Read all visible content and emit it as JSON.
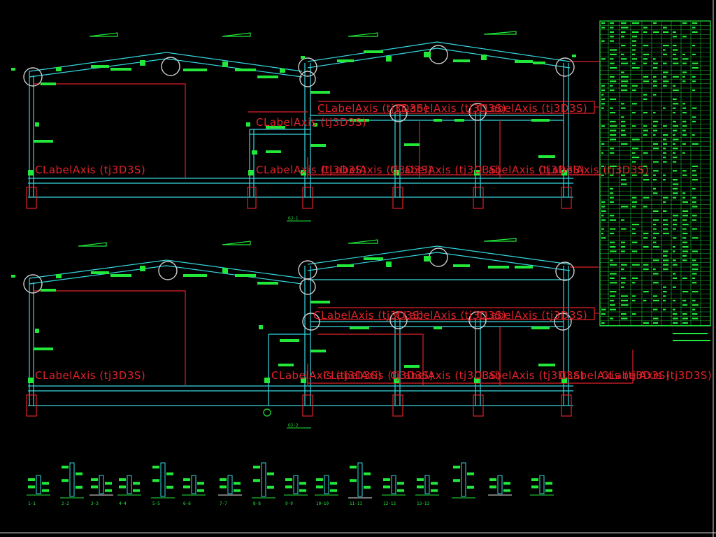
{
  "drawing": {
    "frame_1": {
      "title": "GJ-1",
      "axis_labels": [
        "CLabelAxis (tj3D3S)",
        "CLabelAxis (tj3D3S)",
        "CLabelAxis (tj3D3S)",
        "CLabelAxis (tj3D3S)",
        "CLabelAxis (tj3D3S)",
        "CLabelAxis (tj3D3S)",
        "CLabelAxis (tj3D3S)",
        "CLabelAxis (tj3D3S)",
        "CLabelAxis (tj3D3S)",
        "CLabelAxis (tj3D3S)"
      ]
    },
    "frame_2": {
      "title": "GJ-2",
      "axis_labels": [
        "CLabelAxis (tj3D3S)",
        "CLabelAxis (tj3D3S)",
        "CLabelAxis (tj3D3S)",
        "CLabelAxis (tj3D3S)",
        "CLabelAxis (tj3D3S)",
        "CLabelAxis (tj3D3S)",
        "CLabelAxis (tj3D3S)",
        "CLabelAxis (tj3D3S)",
        "CLabelAxis (tj3D3S)",
        "CLabelAxis (tj3D3S)"
      ]
    },
    "section_captions": [
      "1-1",
      "2-2",
      "3-3",
      "4-4",
      "5-5",
      "6-6",
      "7-7",
      "8-8",
      "9-9",
      "10-10",
      "11-11",
      "12-12",
      "13-13"
    ],
    "colors": {
      "background": "#000000",
      "frame": "#35d8e0",
      "member": "#e0222a",
      "annotation": "#22e83a",
      "callout": "#d0d0d0"
    }
  }
}
